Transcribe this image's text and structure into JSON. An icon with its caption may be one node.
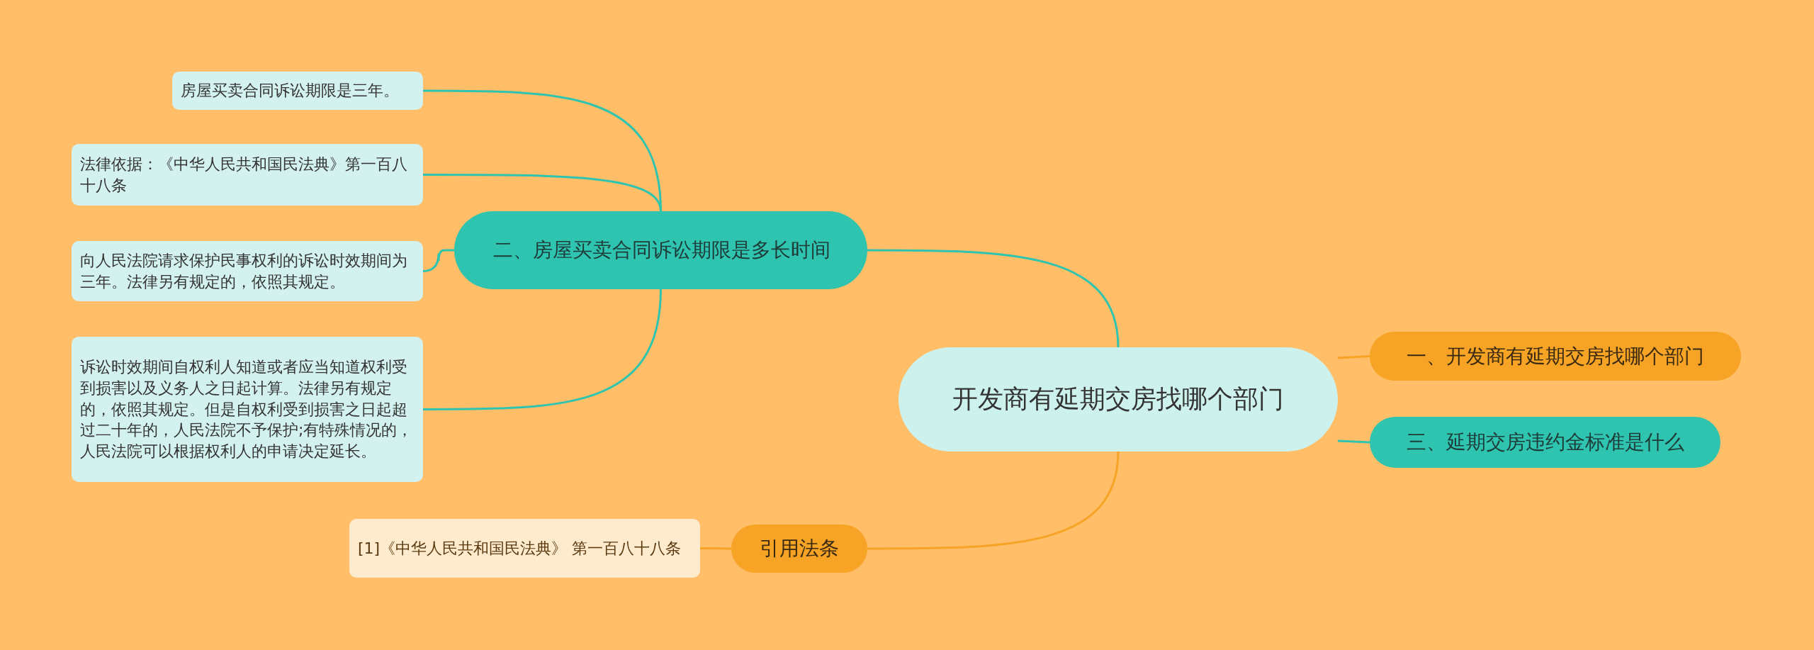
{
  "diagram": {
    "nodes": [
      {
        "text": [
          "开发商有延期交房找哪个部门"
        ]
      },
      {
        "text": [
          "二、房屋买卖合同诉讼期限是多长时间"
        ]
      },
      {
        "text": [
          "房屋买卖合同诉讼期限是三年。"
        ]
      },
      {
        "text": [
          "法律依据：《中华人民共和国民法典》第一百八十八条"
        ]
      },
      {
        "text": [
          "向人民法院请求保护民事权利的诉讼时效期间为三年。法律另有规定的，依照其规定。"
        ]
      },
      {
        "text": [
          "诉讼时效期间自权利人知道或者应当知道权利受到损害以及义务人之日起计算。法律另有规定的，依照其规定。但是自权利受到损害之日起超过二十年的，人民法院不予保护;有特殊情况的，人民法院可以根据权利人的申请决定延长。"
        ]
      },
      {
        "text": [
          "一、开发商有延期交房找哪个部门"
        ]
      },
      {
        "text": [
          "三、延期交房违约金标准是什么"
        ]
      },
      {
        "text": [
          "引用法条"
        ]
      },
      {
        "text": [
          "[1]《中华人民共和国民法典》 第一百八十八条"
        ]
      }
    ],
    "edges": [
      {
        "from": 0,
        "to": 1,
        "arrow": "none"
      },
      {
        "from": 1,
        "to": 2,
        "arrow": "none"
      },
      {
        "from": 1,
        "to": 3,
        "arrow": "none"
      },
      {
        "from": 1,
        "to": 4,
        "arrow": "none"
      },
      {
        "from": 1,
        "to": 5,
        "arrow": "none"
      },
      {
        "from": 0,
        "to": 6,
        "arrow": "none",
        "color": "#f7a325"
      },
      {
        "from": 0,
        "to": 7,
        "arrow": "none"
      },
      {
        "from": 0,
        "to": 8,
        "arrow": "none",
        "color": "#f7a325"
      },
      {
        "from": 8,
        "to": 9,
        "arrow": "none",
        "color": "#f7a325"
      }
    ]
  }
}
